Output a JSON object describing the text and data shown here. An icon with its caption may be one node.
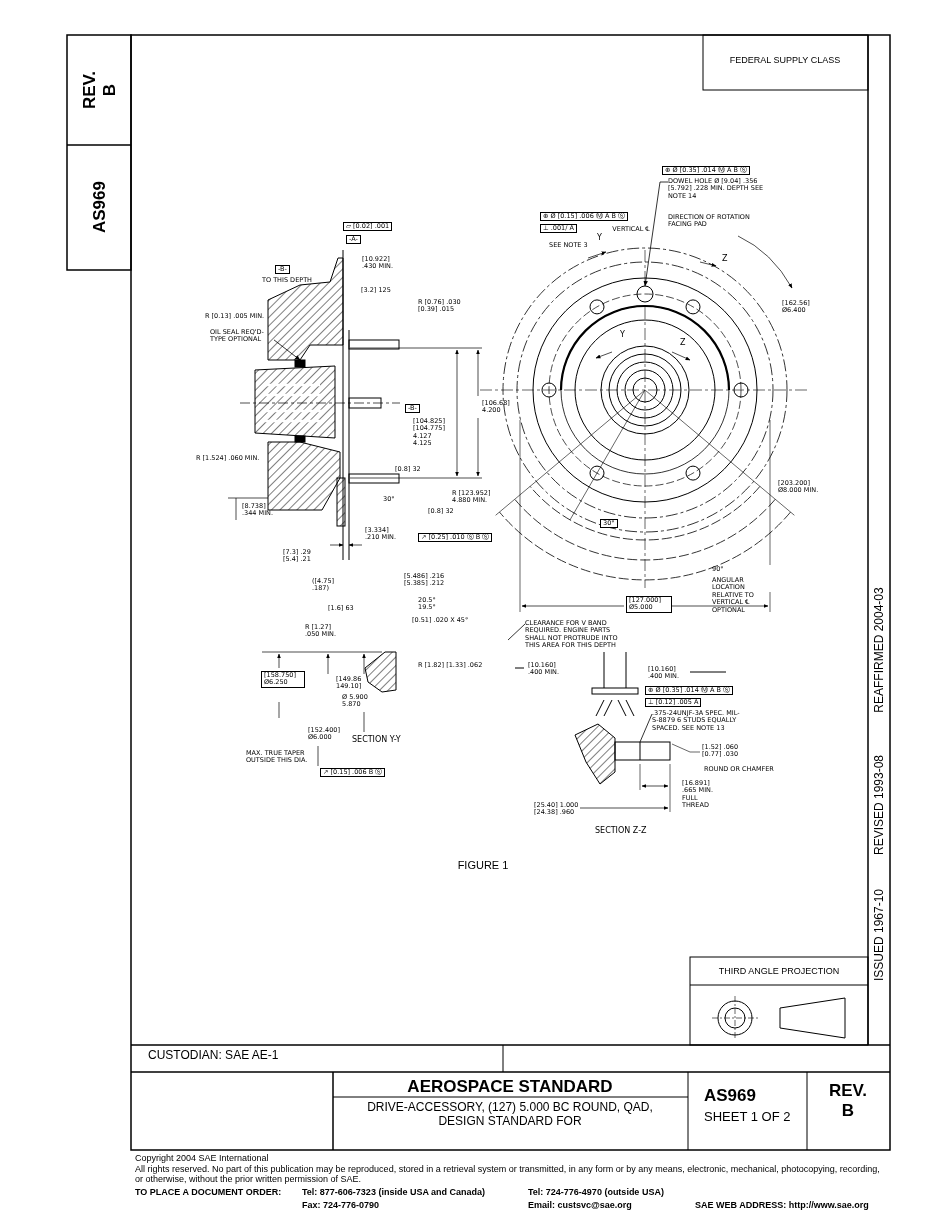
{
  "diagram": {
    "nodes": [
      {
        "text": [
          "OIL SEAL REQ'D-TYPE OPTIONAL"
        ]
      },
      {
        "text": [
          "DOWEL HOLE Ø [9.04] .356 [5.792] .228 MIN. DEPTH SEE NOTE 14"
        ]
      },
      {
        "text": [
          "CLEARANCE FOR V BAND REQUIRED. ENGINE PARTS SHALL NOT PROTRUDE INTO THIS AREA FOR THIS DEPTH"
        ]
      },
      {
        "text": [
          ".375-24UNJF-3A SPEC. MIL-S-8879 6 STUDS EQUALLY SPACED. SEE NOTE 13"
        ]
      },
      {
        "text": [],
        "shape": "circle"
      },
      {
        "text": [],
        "shape": "bar"
      },
      {
        "text": [],
        "shape": "box"
      }
    ],
    "edges": [
      {
        "from": 0,
        "to": 6,
        "arrow": "to"
      },
      {
        "from": 1,
        "to": 4,
        "arrow": "to"
      },
      {
        "from": 2,
        "to": null,
        "arrow": "none"
      },
      {
        "from": 3,
        "to": 5,
        "arrow": "none"
      }
    ],
    "labels": [
      "REV. B",
      "AS969",
      "FEDERAL SUPPLY CLASS",
      "REAFFIRMED 2004-03",
      "REVISED 1993-08",
      "ISSUED 1967-10",
      "▱ [0.02] .001",
      "-A-",
      "[10.922] .430 MIN.",
      "-B-",
      "TO THIS DEPTH",
      "[3.2] 125",
      "R [0.76] .030 [0.39] .015",
      "R [0.13] .005 MIN.",
      "-B-",
      "[104.825] [104.775] 4.127 4.125",
      "[106.68] 4.200",
      "R [1.524] .060 MIN.",
      "[0.8] 32",
      "30°",
      "[0.8] 32",
      "R [123.952] 4.880 MIN.",
      "[8.738] .344 MIN.",
      "[3.334] .210 MIN.",
      "↗ [0.25] .010 Ⓢ B Ⓢ",
      "[7.3] .29 [5.4] .21",
      "([4.75] .187)",
      "[5.486] .216 [5.385] .212",
      "[1.6] 63",
      "20.5° 19.5°",
      "[0.51] .020 X 45°",
      "R [1.27] .050 MIN.",
      "R [1.82] [1.33] .062",
      "[158.750] Ø6.250",
      "[149.86 149.10]",
      "Ø 5.900 5.870",
      "[152.400] Ø6.000",
      "SECTION Y-Y",
      "MAX. TRUE TAPER OUTSIDE THIS DIA.",
      "↗ [0.15] .006 B Ⓢ",
      "⊕ Ø [0.35] .014 Ⓜ A B Ⓢ",
      "⊕ Ø [0.15] .006 Ⓜ A B Ⓢ",
      "⊥ .001/ A",
      "SEE NOTE 3",
      "VERTICAL ℄",
      "Y",
      "Z",
      "DIRECTION OF ROTATION FACING PAD",
      "Y",
      "Z",
      "[162.56] Ø6.400",
      "[203.200] Ø8.000 MIN.",
      "30°",
      "90°",
      "ANGULAR LOCATION RELATIVE TO VERTICAL ℄ OPTIONAL",
      "[127.000] Ø5.000",
      "[10.160] .400 MIN.",
      "[10.160] .400 MIN.",
      "⊕ Ø [0.35] .014 Ⓜ A B Ⓢ",
      "⊥ [0.12] .005 A",
      "[1.52] .060 [0.77] .030",
      "ROUND OR CHAMFER",
      "[16.891] .665 MIN. FULL THREAD",
      "[25.40] 1.000 [24.38] .960",
      "SECTION Z-Z",
      "FIGURE 1",
      "THIRD ANGLE PROJECTION",
      "CUSTODIAN: SAE AE-1",
      "AEROSPACE STANDARD",
      "DRIVE-ACCESSORY, (127) 5.000 BC ROUND, QAD, DESIGN STANDARD FOR",
      "AS969",
      "SHEET 1 OF 2",
      "REV. B",
      "Copyright 2004 SAE International",
      "All rights reserved. No part of this publication may be reproduced, stored in a retrieval system or transmitted, in any form or by any means, electronic, mechanical, photocopying, recording, or otherwise, without the prior written permission of SAE.",
      "TO PLACE A DOCUMENT ORDER:",
      "Tel: 877-606-7323 (inside USA and Canada)",
      "Fax: 724-776-0790",
      "Tel: 724-776-4970 (outside USA)",
      "Email:  custsvc@sae.org",
      "SAE WEB ADDRESS: http://www.sae.org"
    ]
  }
}
